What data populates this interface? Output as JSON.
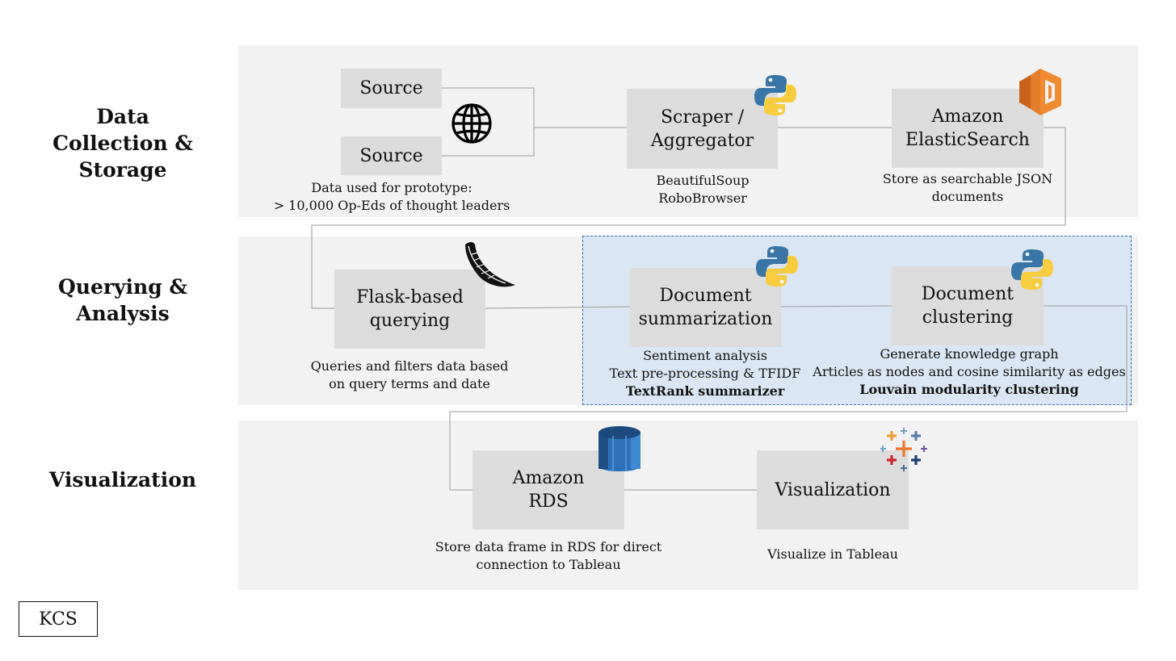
{
  "sections": {
    "collection": "Data\nCollection &\nStorage",
    "querying": "Querying &\nAnalysis",
    "visualization": "Visualization"
  },
  "nodes": {
    "source1": "Source",
    "source2": "Source",
    "scraper": "Scraper /\nAggregator",
    "elastic": "Amazon\nElasticSearch",
    "flask": "Flask-based\nquerying",
    "summarization": "Document\nsummarization",
    "clustering": "Document\nclustering",
    "rds": "Amazon\nRDS",
    "viz": "Visualization"
  },
  "captions": {
    "source": [
      "Data used for prototype:",
      "> 10,000 Op-Eds of thought leaders"
    ],
    "scraper": [
      "BeautifulSoup",
      "RoboBrowser"
    ],
    "elastic": [
      "Store as searchable JSON",
      "documents"
    ],
    "flask": [
      "Queries and filters data based",
      "on query terms and date"
    ],
    "summarization": [
      "Sentiment analysis",
      "Text pre-processing & TFIDF"
    ],
    "summarization_bold": "TextRank summarizer",
    "clustering": [
      "Generate knowledge graph",
      "Articles as nodes and cosine similarity as edges"
    ],
    "clustering_bold": "Louvain modularity clustering",
    "rds": [
      "Store data frame in RDS for direct",
      "connection to Tableau"
    ],
    "viz": [
      "Visualize in Tableau"
    ]
  },
  "footer": {
    "kcs": "KCS"
  },
  "colors": {
    "band": "#f2f2f2",
    "box": "#dcdcdc",
    "highlight": "#dae6f3",
    "dashed_border": "#2f6fad",
    "connector": "#9a9a9a"
  },
  "icons": {
    "globe": "globe-icon",
    "python": "python-icon",
    "aws_elasticsearch": "aws-elasticsearch-icon",
    "flask": "flask-horn-icon",
    "aws_rds": "aws-rds-icon",
    "tableau": "tableau-icon"
  }
}
